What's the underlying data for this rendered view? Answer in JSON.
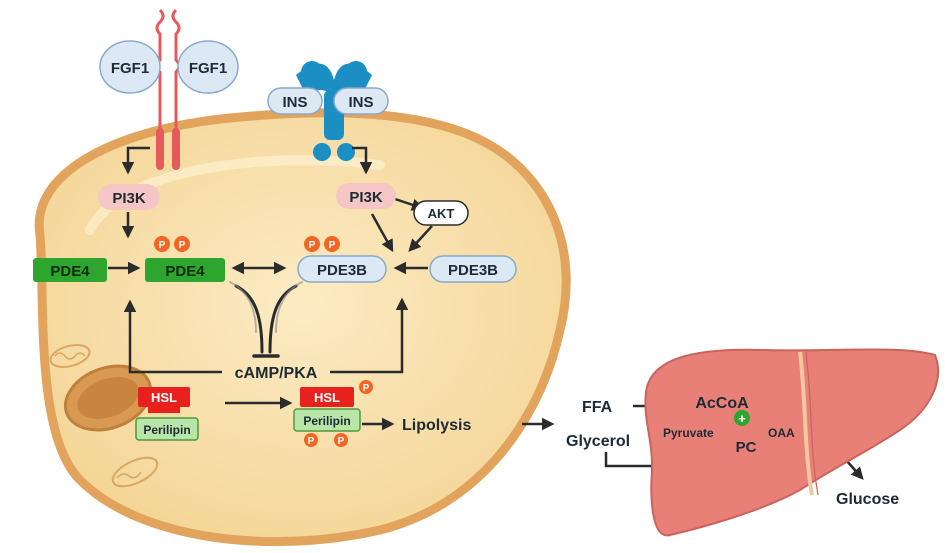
{
  "colors": {
    "cell_fill": "#f6dca0",
    "cell_border": "#e2a45c",
    "liver": "#e88078",
    "liver_dark": "#c9645d",
    "pde4_green": "#2ea52e",
    "pale_blue": "#dce9f5",
    "pink_node": "#f6c6c6",
    "hsl_red": "#e8211f",
    "perilipin_green": "#b9e6a8",
    "phospho_orange": "#f26522",
    "receptor_red": "#e55a5a",
    "insulin_receptor_blue": "#1b8fc4",
    "arrow": "#2b2b2b"
  },
  "icons": {
    "fgf_receptor": "fgf-receptor-icon",
    "insulin_receptor": "insulin-receptor-icon",
    "mitochondrion": "mitochondrion-icon",
    "liver": "liver-icon",
    "plus": "plus-icon"
  },
  "nodes": {
    "fgf1_left": "FGF1",
    "fgf1_right": "FGF1",
    "ins_left": "INS",
    "ins_right": "INS",
    "pi3k_left": "PI3K",
    "pi3k_right": "PI3K",
    "akt": "AKT",
    "pde4_inactive": "PDE4",
    "pde4_active": "PDE4",
    "pde3b_active": "PDE3B",
    "pde3b_inactive": "PDE3B",
    "camp_pka": "cAMP/PKA",
    "hsl_left": "HSL",
    "perilipin_left": "Perilipin",
    "hsl_right": "HSL",
    "perilipin_right": "Perilipin",
    "lipolysis": "Lipolysis",
    "phospho": "P"
  },
  "liver": {
    "ffa": "FFA",
    "glycerol": "Glycerol",
    "accoa": "AcCoA",
    "pyruvate": "Pyruvate",
    "oaa": "OAA",
    "pc": "PC",
    "glucose": "Glucose",
    "plus": "+"
  }
}
